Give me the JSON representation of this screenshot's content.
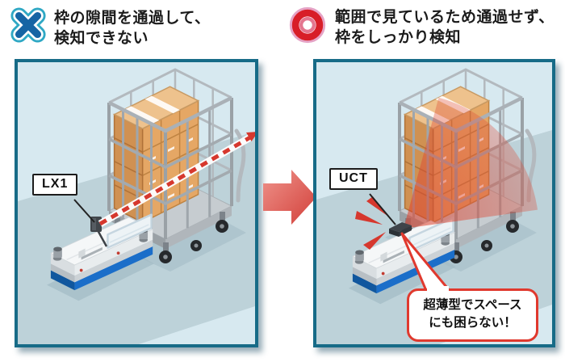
{
  "comparison": {
    "bad": {
      "icon": "cross-icon",
      "caption_line1": "枠の隙間を通過して、",
      "caption_line2": "検知できない",
      "sensor_label": "LX1"
    },
    "good": {
      "icon": "double-circle-icon",
      "caption_line1": "範囲で見ているため通過せず、",
      "caption_line2": "枠をしっかり検知",
      "sensor_label": "UCT",
      "callout_line1": "超薄型でスペース",
      "callout_line2": "にも困らない！"
    }
  },
  "colors": {
    "cross_icon_blue": "#1564a4",
    "cross_icon_cyan": "#2fa8c4",
    "circle_icon_red": "#d81e28",
    "circle_icon_pink": "#e5a3c6",
    "panel_border_teal": "#176b87",
    "panel_background": "#d7e9f0",
    "floor_gray_blue": "#bdd2d9",
    "beam_red": "#d6382e",
    "detection_fan_red": "#dd4632",
    "callout_border_red": "#e0392e",
    "arrow_red": "#d23f39",
    "box_tan": "#e5a765",
    "agv_blue": "#1b6ec9"
  }
}
